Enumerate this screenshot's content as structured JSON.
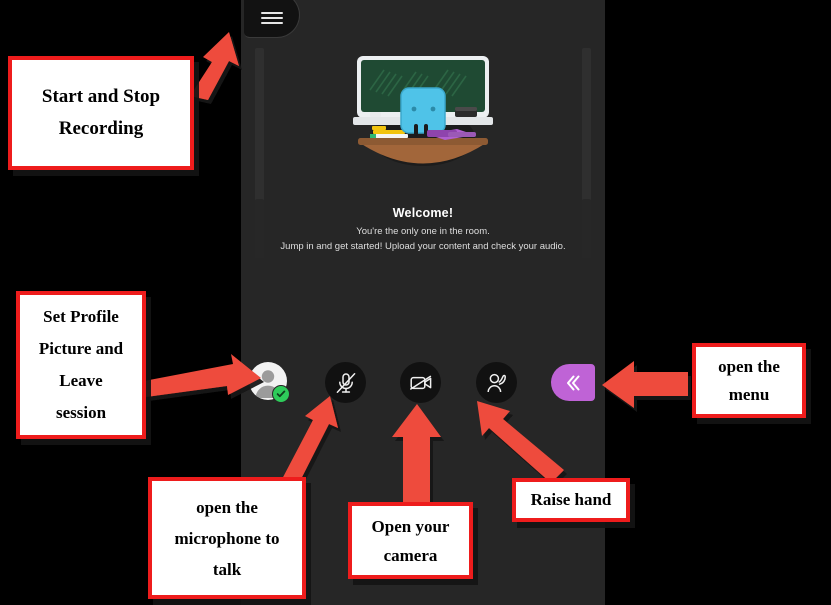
{
  "app": {
    "background_color": "#262626",
    "page_background": "#000000",
    "accent_color": "#bf63d6",
    "annotation_border_color": "#ee1c1c",
    "annotation_arrow_color": "#ee4b3c",
    "status_ok_color": "#2ecc5a"
  },
  "topbar": {
    "recording_toggle": {
      "icon": "hamburger-menu-icon",
      "label": ""
    }
  },
  "stage": {
    "illustration_name": "classroom-desk-chalkboard-illustration",
    "welcome_title": "Welcome!",
    "welcome_line_1": "You're the only one in the room.",
    "welcome_line_2": "Jump in and get started! Upload your content and check your audio."
  },
  "controls": {
    "avatar": {
      "icon": "user-avatar-icon",
      "badge_icon": "check-badge-icon"
    },
    "microphone": {
      "icon": "microphone-muted-icon",
      "state": "muted"
    },
    "camera": {
      "icon": "camera-off-icon",
      "state": "off"
    },
    "raise_hand": {
      "icon": "raise-hand-icon",
      "state": "lowered"
    },
    "menu_toggle": {
      "icon": "double-chevron-left-icon"
    }
  },
  "annotations": [
    {
      "id": "recording",
      "lines": [
        "Start and Stop",
        "Recording"
      ],
      "target": "recording-toggle"
    },
    {
      "id": "profile",
      "lines": [
        "Set Profile",
        "Picture and",
        "Leave",
        "session"
      ],
      "target": "avatar-button"
    },
    {
      "id": "microphone",
      "lines": [
        "open the",
        "microphone to",
        "talk"
      ],
      "target": "microphone-button"
    },
    {
      "id": "camera",
      "lines": [
        "Open your",
        "camera"
      ],
      "target": "camera-button"
    },
    {
      "id": "raise_hand",
      "lines": [
        "Raise hand"
      ],
      "target": "raise-hand-button"
    },
    {
      "id": "menu",
      "lines": [
        "open the",
        "menu"
      ],
      "target": "menu-toggle-button"
    }
  ]
}
